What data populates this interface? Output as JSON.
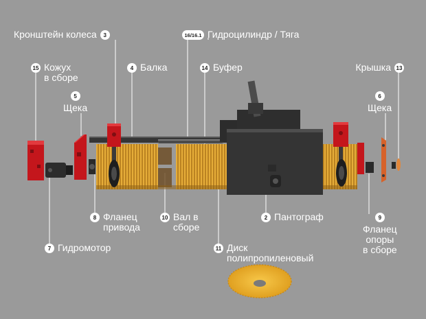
{
  "colors": {
    "background": "#9a9a9a",
    "frame_red": "#c4161c",
    "steel_dark": "#3d3d3d",
    "bristle_orange": "#e5a32a",
    "text": "#ffffff",
    "badge_fill": "#ffffff"
  },
  "callouts": [
    {
      "id": "3",
      "label": "Кронштейн колеса"
    },
    {
      "id": "16/16.1",
      "label": "Гидроцилиндр / Тяга"
    },
    {
      "id": "15",
      "label": "Кожух\nв сборе"
    },
    {
      "id": "4",
      "label": "Балка"
    },
    {
      "id": "14",
      "label": "Буфер"
    },
    {
      "id": "13",
      "label": "Крышка"
    },
    {
      "id": "5",
      "label": "Щека"
    },
    {
      "id": "6",
      "label": "Щека"
    },
    {
      "id": "8",
      "label": "Фланец\nпривода"
    },
    {
      "id": "10",
      "label": "Вал в\nсборе"
    },
    {
      "id": "2",
      "label": "Пантограф"
    },
    {
      "id": "9",
      "label": "Фланец\nопоры\nв сборе"
    },
    {
      "id": "7",
      "label": "Гидромотор"
    },
    {
      "id": "11",
      "label": "Диск\nполипропиленовый"
    }
  ]
}
